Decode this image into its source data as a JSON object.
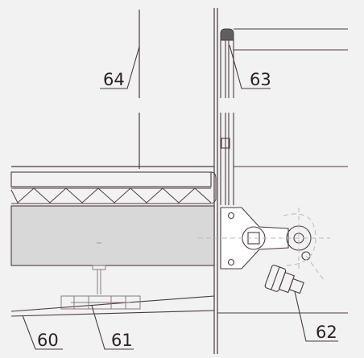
{
  "diagram": {
    "callouts": [
      {
        "id": "c60",
        "text": "60"
      },
      {
        "id": "c61",
        "text": "61"
      },
      {
        "id": "c62",
        "text": "62"
      },
      {
        "id": "c63",
        "text": "63"
      },
      {
        "id": "c64",
        "text": "64"
      }
    ],
    "colors": {
      "background": "#f2f2f2",
      "line": "#4a3a40",
      "panel_fill": "#d8d8d8",
      "hidden_line": "#b8b8c8",
      "cap_fill": "#606060"
    }
  }
}
